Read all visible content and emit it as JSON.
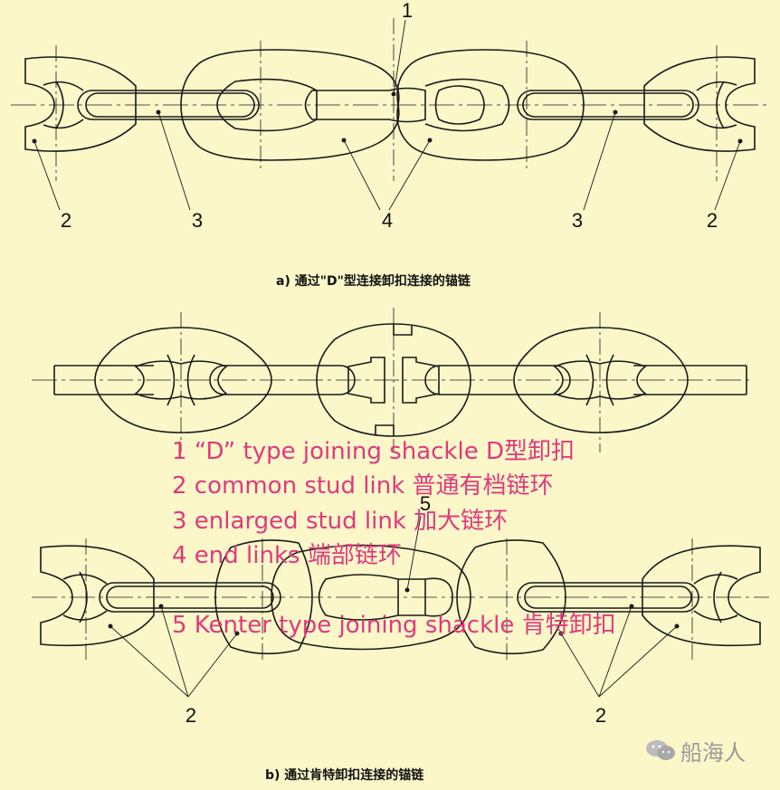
{
  "callouts_a": {
    "label_1": "1",
    "label_2_left": "2",
    "label_3_left": "3",
    "label_4": "4",
    "label_3_right": "3",
    "label_2_right": "2"
  },
  "caption_a": "a)   通过\"D\"型连接卸扣连接的锚链",
  "caption_b": "b)   通过肯特卸扣连接的锚链",
  "callouts_c": {
    "label_5": "5",
    "label_2_left": "2",
    "label_2_right": "2"
  },
  "legend": {
    "item_1": "1  “D”  type joining shackle  D型卸扣",
    "item_2": "2 common stud link 普通有档链环",
    "item_3": "3 enlarged stud link 加大链环",
    "item_4": "4 end links 端部链环",
    "item_5": "5 Kenter type joining shackle 肯特卸扣"
  },
  "watermark": "船海人",
  "colors": {
    "background": "#fbf7c9",
    "line": "#1a1a1a",
    "legend": "#e0397d",
    "watermark": "#9a9a9a"
  }
}
